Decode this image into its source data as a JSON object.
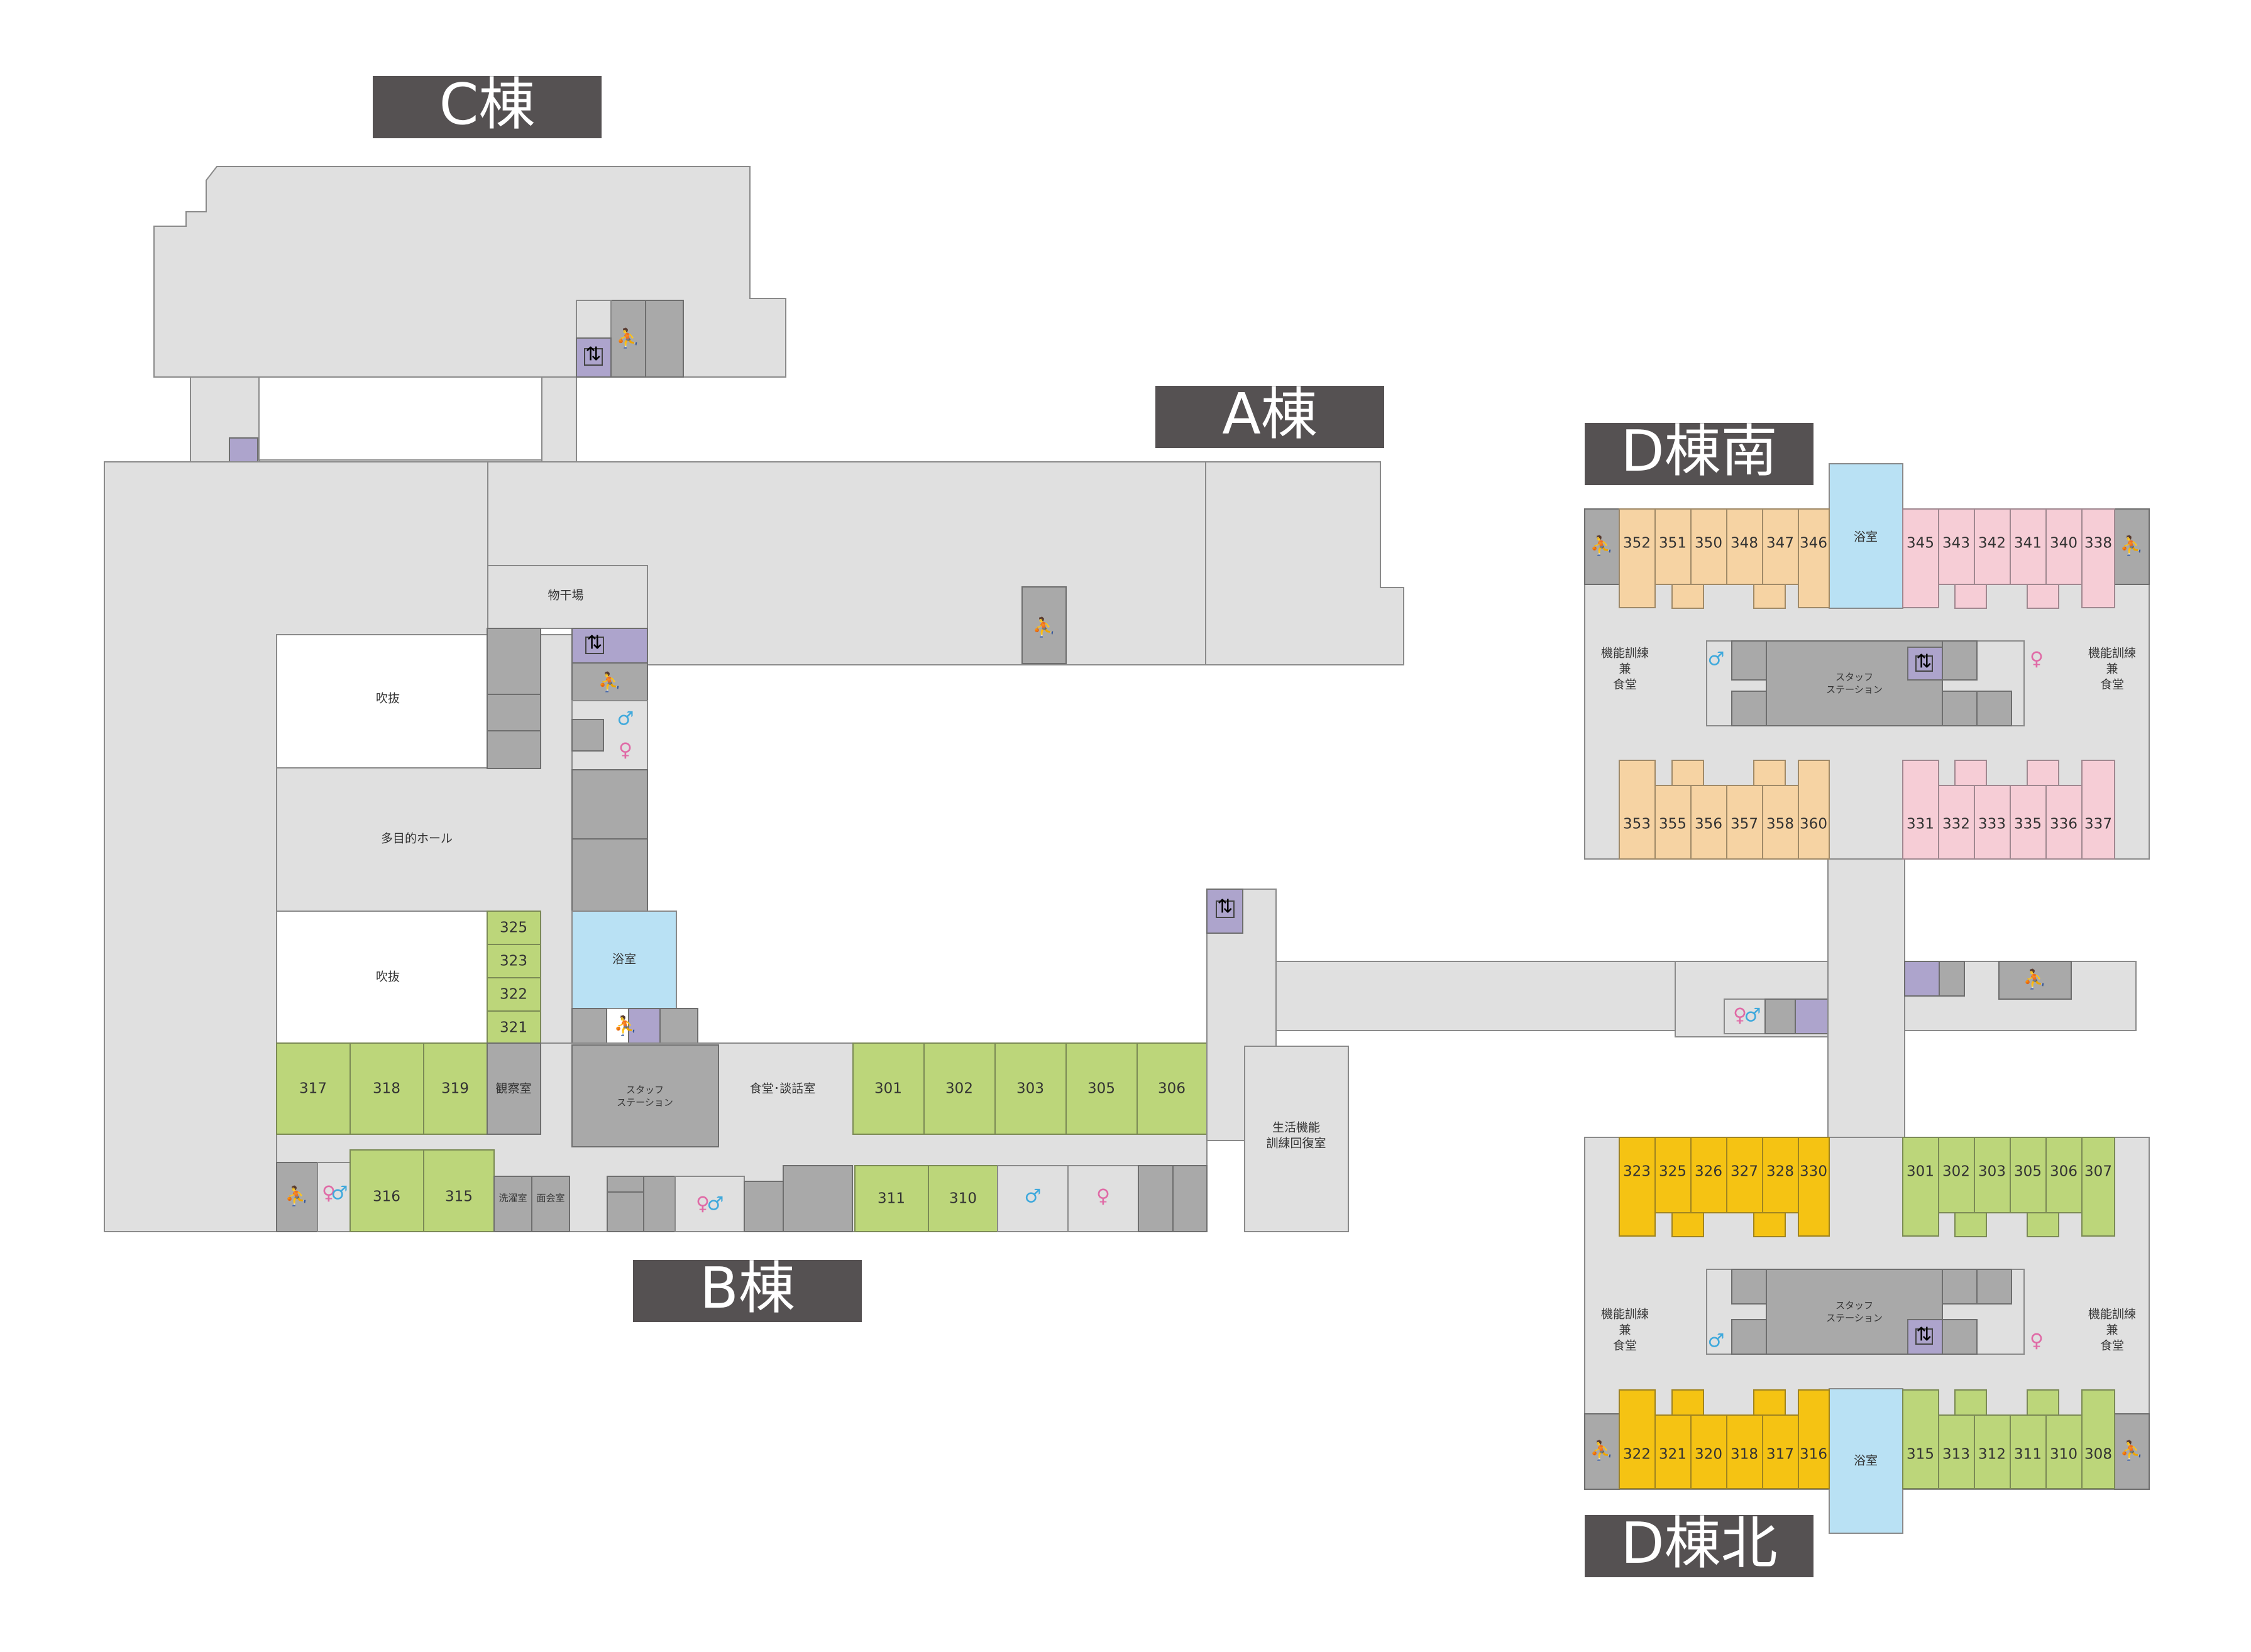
{
  "buildings": {
    "c": "C棟",
    "a": "A棟",
    "b": "B棟",
    "d_south": "D棟南",
    "d_north": "D棟北"
  },
  "facilities": {
    "monohoshiba": "物干場",
    "fukinuke": "吹抜",
    "tamokuteki_hall": "多目的ホール",
    "yokushitsu": "浴室",
    "staff_station": "スタッフ\nステーション",
    "shokudo_danwashitsu": "食堂･談話室",
    "kansatsushitsu": "観察室",
    "sentakushitsu": "洗濯室",
    "menkaishitsu": "面会室",
    "seikatsu_kino": "生活機能\n訓練回復室",
    "kino_kunren": "機能訓練\n兼\n食堂"
  },
  "rooms": {
    "b_west_col": [
      "325",
      "323",
      "322",
      "321"
    ],
    "b_row_left": [
      "317",
      "318",
      "319"
    ],
    "b_row_right": [
      "301",
      "302",
      "303",
      "305",
      "306"
    ],
    "b_bottom_a": [
      "316",
      "315"
    ],
    "b_bottom_b": [
      "311",
      "310"
    ],
    "ds_top_left": [
      "352",
      "351",
      "350",
      "348",
      "347",
      "346"
    ],
    "ds_top_right": [
      "345",
      "343",
      "342",
      "341",
      "340",
      "338"
    ],
    "ds_bottom_left": [
      "353",
      "355",
      "356",
      "357",
      "358",
      "360"
    ],
    "ds_bottom_right": [
      "331",
      "332",
      "333",
      "335",
      "336",
      "337"
    ],
    "dn_top_left": [
      "323",
      "325",
      "326",
      "327",
      "328",
      "330"
    ],
    "dn_top_right": [
      "301",
      "302",
      "303",
      "305",
      "306",
      "307"
    ],
    "dn_bottom_left": [
      "322",
      "321",
      "320",
      "318",
      "317",
      "316"
    ],
    "dn_bottom_right": [
      "315",
      "313",
      "312",
      "311",
      "310",
      "308"
    ]
  },
  "icons": {
    "stairs": "stairs-icon",
    "elevator": "elevator-icon",
    "toilet_male": "male-toilet-icon",
    "toilet_female": "female-toilet-icon"
  },
  "colors": {
    "label_bg": "#555152",
    "corridor": "#e0e0e0",
    "shaft": "#a9a9a9",
    "room_green": "#bcd67a",
    "room_peach": "#f6d3a3",
    "room_pink": "#f6cdd6",
    "room_gold": "#f5c313",
    "bath": "#b9e1f4",
    "elevator": "#ada4cc",
    "male": "#3fa9dc",
    "female": "#e06aa6"
  }
}
